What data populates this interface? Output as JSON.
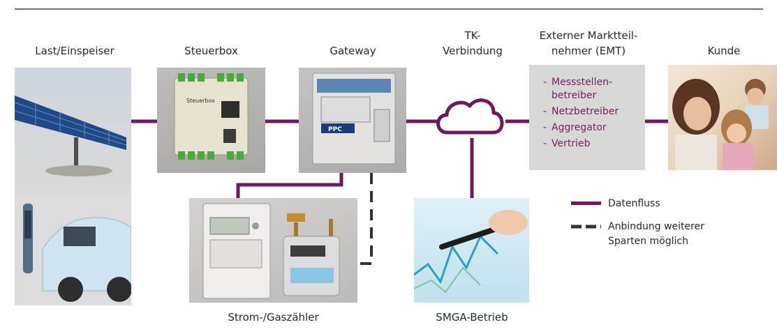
{
  "labels": {
    "last": "Last/Einspeiser",
    "steuerbox": "Steuerbox",
    "gateway": "Gateway",
    "tk_line1": "TK-",
    "tk_line2": "Verbindung",
    "emt_line1": "Externer Marktteil-",
    "emt_line2": "nehmer (EMT)",
    "kunde": "Kunde",
    "zaehler": "Strom-/Gaszähler",
    "smga": "SMGA-Betrieb"
  },
  "emt_items": [
    {
      "dash": "-",
      "text": "Messstellen-betreiber"
    },
    {
      "dash": "-",
      "text": "Netzbetreiber"
    },
    {
      "dash": "-",
      "text": "Aggregator"
    },
    {
      "dash": "-",
      "text": "Vertrieb"
    }
  ],
  "device_labels": {
    "steuerbox_brand": "Steuerbox",
    "gateway_brand": "PPC"
  },
  "legend": {
    "datenfluss": "Datenfluss",
    "anbindung_line1": "Anbindung weiterer",
    "anbindung_line2": "Sparten möglich"
  },
  "colors": {
    "purple": "#6e1a5a",
    "dashed": "#333333",
    "emt_text": "#7b1d5f",
    "emt_box": "#d7d7d5"
  }
}
